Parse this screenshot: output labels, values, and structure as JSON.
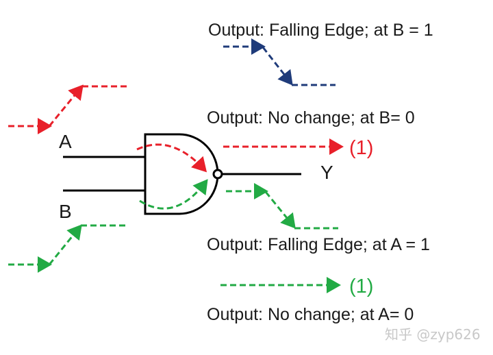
{
  "gate": {
    "input_a": "A",
    "input_b": "B",
    "output": "Y"
  },
  "labels": {
    "b_high": "Output: Falling Edge; at B = 1",
    "b_low": "Output: No change; at B= 0",
    "a_high": "Output: Falling Edge; at A = 1",
    "a_low": "Output: No change; at A= 0",
    "constant_red": "(1)",
    "constant_green": "(1)"
  },
  "watermark": "知乎 @zyp626",
  "colors": {
    "red": "#e8202a",
    "blue": "#1f3b7a",
    "green": "#22aa44",
    "wire": "#000000"
  }
}
